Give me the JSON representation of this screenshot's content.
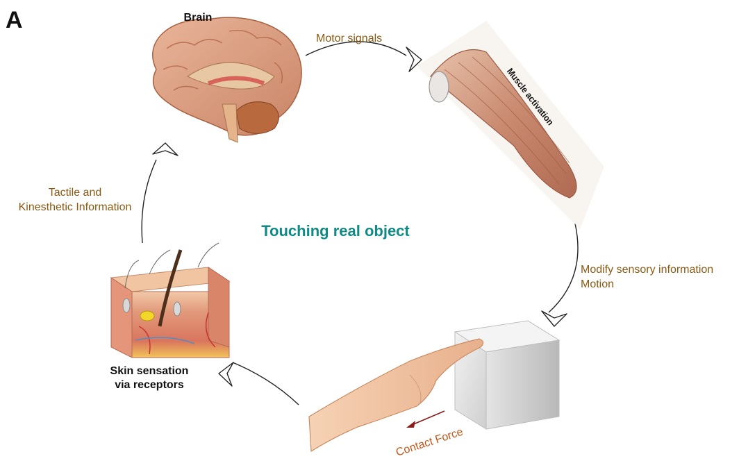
{
  "panel_label": "A",
  "center_title": "Touching real object",
  "nodes": {
    "brain": {
      "label": "Brain"
    },
    "muscle": {
      "label": "Muscle activation"
    },
    "skin": {
      "label_line1": "Skin sensation",
      "label_line2": "via receptors"
    }
  },
  "edges": {
    "motor_signals": "Motor signals",
    "modify_line1": "Modify sensory information",
    "modify_line2": "Motion",
    "tactile_line1": "Tactile and",
    "tactile_line2": "Kinesthetic Information",
    "contact_force": "Contact Force"
  },
  "colors": {
    "label_brown": "#8a5a12",
    "title_teal": "#0f8a84",
    "arrow_red": "#8b1a1a",
    "skin_tone": "#d88a6a"
  }
}
